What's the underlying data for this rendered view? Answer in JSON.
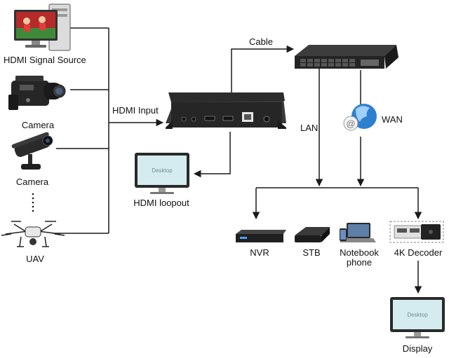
{
  "labels": {
    "hdmi_source": "HDMI Signal Source",
    "camera_1": "Camera",
    "camera_2": "Camera",
    "uav": "UAV",
    "hdmi_input": "HDMI Input",
    "cable": "Cable",
    "lan": "LAN",
    "wan": "WAN",
    "hdmi_loopout": "HDMI loopout",
    "nvr": "NVR",
    "stb": "STB",
    "notebook_line1": "Notebook",
    "notebook_line2": "phone",
    "decoder": "4K Decoder",
    "display": "Display",
    "desktop_text": "Desktop"
  },
  "icons": {
    "source": "pc-monitor-icon",
    "camcorder": "camcorder-icon",
    "cctv": "cctv-camera-icon",
    "drone": "drone-icon",
    "encoder": "hdmi-encoder-icon",
    "switch": "network-switch-icon",
    "internet": "internet-globe-icon"
  },
  "colors": {
    "line": "#1a1a1a",
    "screen": "#d4ecef",
    "device": "#2b2b2b"
  }
}
